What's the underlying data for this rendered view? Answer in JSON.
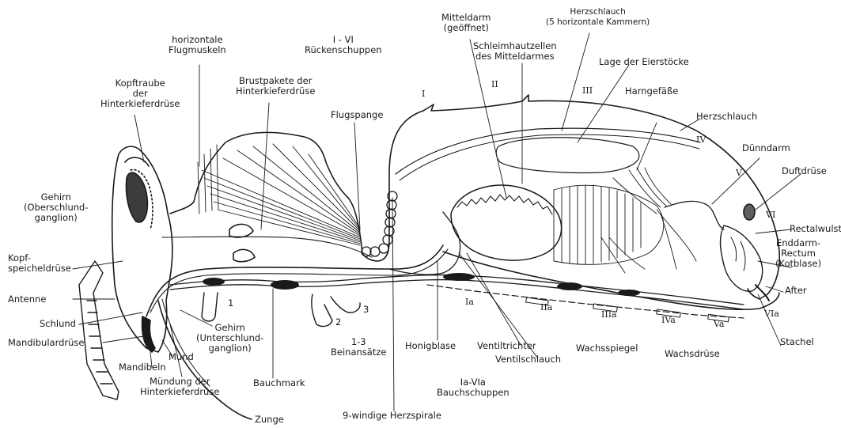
{
  "labels": {
    "mitteldarm": "Mitteldarm\n(geöffnet)",
    "herzschlauch_top": "Herzschlauch\n(5 horizontale Kammern)",
    "ruecken": "I - VI\nRückenschuppen",
    "flugmuskeln": "horizontale\nFlugmuskeln",
    "schleimhaut": "Schleimhautzellen\ndes Mitteldarmes",
    "eierstoecke": "Lage der Eierstöcke",
    "kopftraube": "Kopftraube\nder\nHinterkieferdrüse",
    "brustpakete": "Brustpakete der\nHinterkieferdrüse",
    "harngefaesse": "Harngefäße",
    "herzschlauch_right": "Herzschlauch",
    "flugspange": "Flugspange",
    "duenndarm": "Dünndarm",
    "duftdruese": "Duftdrüse",
    "gehirn_ober": "Gehirn\n(Oberschlund-\nganglion)",
    "kopfspeichel": "Kopf-\nspeicheldrüse",
    "antenne": "Antenne",
    "schlund": "Schlund",
    "mandibulardruese": "Mandibulardrüse",
    "mandibeln": "Mandibeln",
    "mund": "Mund",
    "muendung": "Mündung der\nHinterkieferdrüse",
    "gehirn_unter": "Gehirn\n(Unterschlund-\nganglion)",
    "zunge": "Zunge",
    "bauchmark": "Bauchmark",
    "beinansaetze": "1-3\nBeinansätze",
    "herzspirale": "9-windige Herzspirale",
    "honigblase": "Honigblase",
    "ventiltrichter": "Ventiltrichter",
    "ventilschlauch": "Ventilschlauch",
    "bauchschuppen": "Ia-VIa\nBauchschuppen",
    "wachsspiegel": "Wachsspiegel",
    "wachsdruese": "Wachsdrüse",
    "stachel": "Stachel",
    "after": "After",
    "enddarm": "Enddarm-\nRectum\n(Kotblase)",
    "rectalwulste": "Rectalwulste"
  },
  "numerals": {
    "dorsal": [
      "I",
      "II",
      "III",
      "IV",
      "V",
      "VI"
    ],
    "ventral": [
      "Ia",
      "IIa",
      "IIIa",
      "IVa",
      "Va",
      "VIa"
    ],
    "legs": [
      "1",
      "2",
      "3"
    ]
  },
  "colors": {
    "ink": "#1a1a1a",
    "paper": "#ffffff"
  }
}
